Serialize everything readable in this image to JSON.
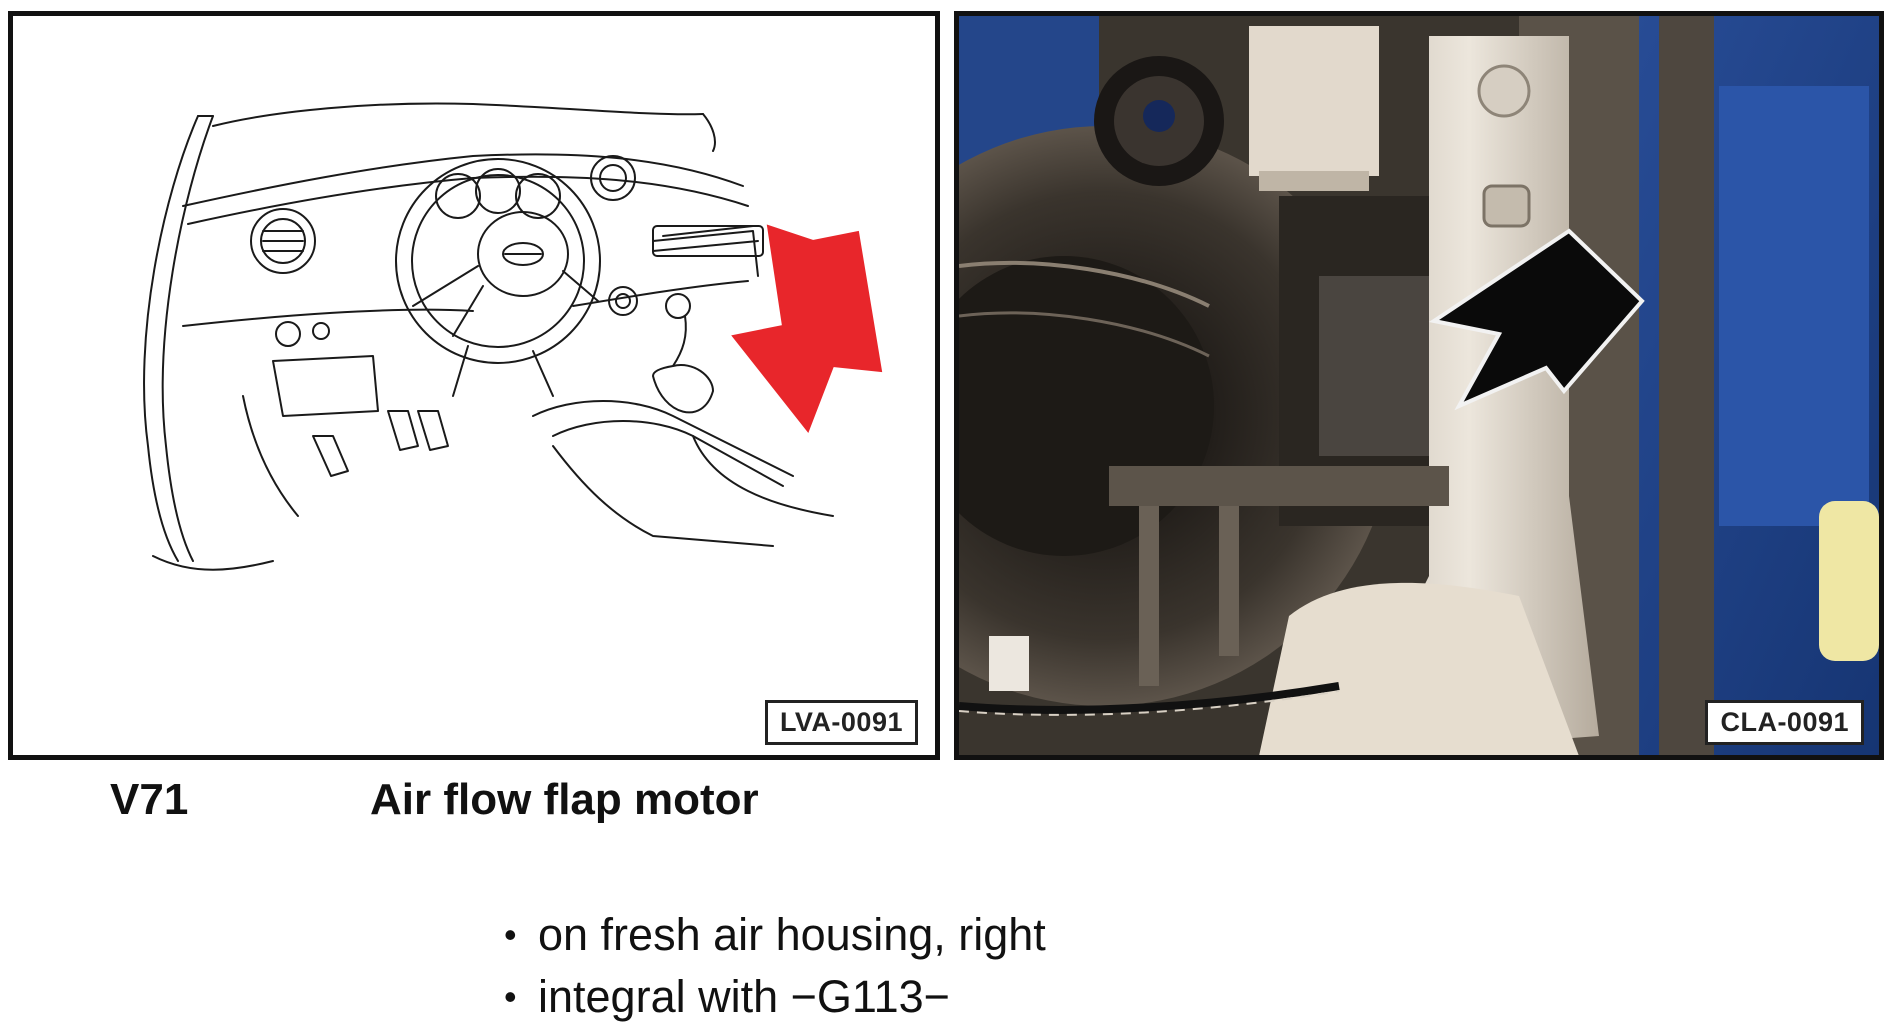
{
  "figures": {
    "line_drawing": {
      "label": "LVA-0091"
    },
    "photo": {
      "label": "CLA-0091"
    }
  },
  "component": {
    "code": "V71",
    "name": "Air flow flap motor"
  },
  "notes": [
    {
      "bullet": "•",
      "text": "on fresh air housing, right"
    },
    {
      "bullet": "•",
      "text": "integral with −G113−"
    }
  ],
  "colors": {
    "arrow_red": "#e8262b",
    "arrow_black": "#0a0a0a",
    "border": "#111111"
  }
}
